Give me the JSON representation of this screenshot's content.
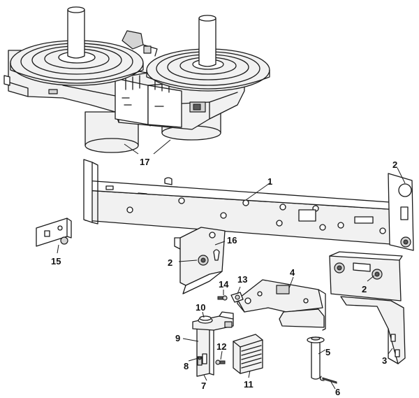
{
  "labels": {
    "l1": "1",
    "l2a": "2",
    "l2b": "2",
    "l2c": "2",
    "l3": "3",
    "l4": "4",
    "l5": "5",
    "l6": "6",
    "l7": "7",
    "l8": "8",
    "l9": "9",
    "l10": "10",
    "l11": "11",
    "l12": "12",
    "l13": "13",
    "l14": "14",
    "l15": "15",
    "l16": "16",
    "l17": "17"
  },
  "colors": {
    "line": "#1a1a1a",
    "part_fill": "#f1f1f1",
    "shade": "#d4d4d4",
    "background": "#ffffff"
  }
}
